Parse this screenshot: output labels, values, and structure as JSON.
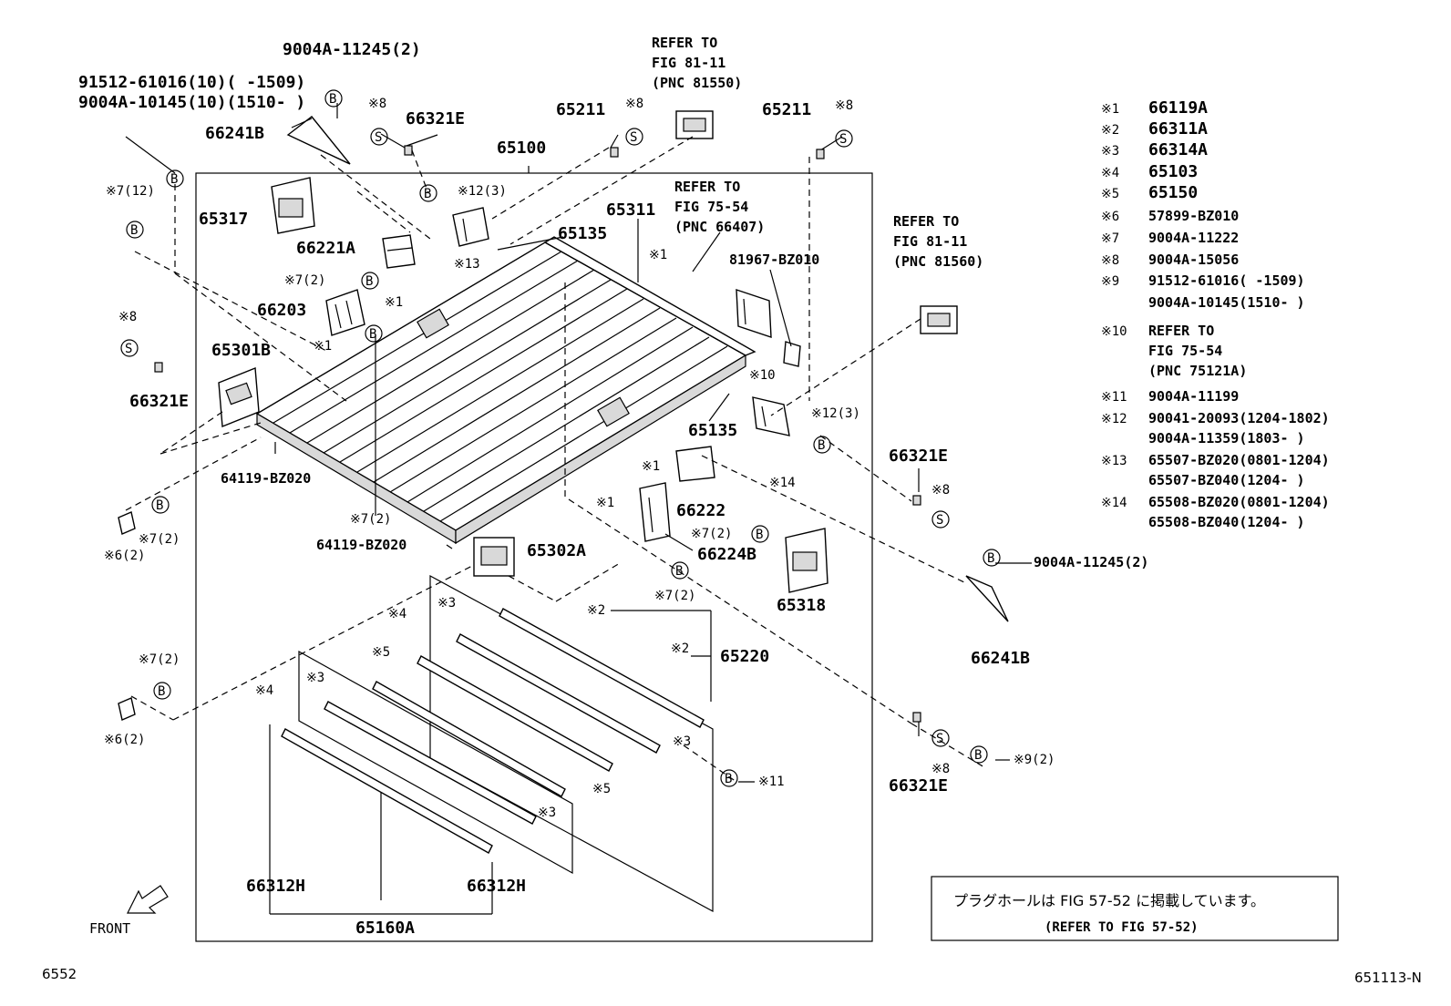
{
  "parts": {
    "p_9004A_11245_top": "9004A-11245(2)",
    "p_91512": "91512-61016(10)(      -1509)",
    "p_9004A_10145": "9004A-10145(10)(1510-      )",
    "p_66241B_top": "66241B",
    "p_refer_top_1": "REFER TO",
    "p_refer_top_2": "FIG 81-11",
    "p_refer_top_3": "(PNC 81550)",
    "p_66321E_top": "66321E",
    "p_65211_a": "65211",
    "p_65211_b": "65211",
    "p_65100": "65100",
    "p_refer_mid_1": "REFER TO",
    "p_refer_mid_2": "FIG 75-54",
    "p_refer_mid_3": "(PNC 66407)",
    "p_65311": "65311",
    "p_65135_top": "65135",
    "p_65317": "65317",
    "p_66221A": "66221A",
    "p_81967": "81967-BZ010",
    "p_66203": "66203",
    "p_65301B": "65301B",
    "p_66321E_left": "66321E",
    "p_64119_a": "64119-BZ020",
    "p_64119_b": "64119-BZ020",
    "p_65135_mid": "65135",
    "p_66222": "66222",
    "p_66224B": "66224B",
    "p_65302A": "65302A",
    "p_65318": "65318",
    "p_65220": "65220",
    "p_66312H_a": "66312H",
    "p_66312H_b": "66312H",
    "p_65160A": "65160A",
    "p_66321E_right": "66321E",
    "p_66321E_bottom": "66321E",
    "p_66241B_right": "66241B",
    "p_9004A_11245_right": "9004A-11245(2)",
    "p_refer_right_1": "REFER TO",
    "p_refer_right_2": "FIG 81-11",
    "p_refer_right_3": "(PNC 81560)"
  },
  "callouts": {
    "c_s8_a": "※8",
    "c_s8_b": "※8",
    "c_s8_c": "※8",
    "c_s8_left": "※8",
    "c_s8_right": "※8",
    "c_s8_bottom": "※8",
    "c_s7_12": "※7(12)",
    "c_s12_3_top": "※12(3)",
    "c_s13": "※13",
    "c_s1_a": "※1",
    "c_s1_b": "※1",
    "c_s1_c": "※1",
    "c_s1_d": "※1",
    "c_s1_e": "※1",
    "c_s7_2_a": "※7(2)",
    "c_s7_2_b": "※7(2)",
    "c_s7_2_c": "※7(2)",
    "c_s7_2_d": "※7(2)",
    "c_s7_2_e": "※7(2)",
    "c_s7_2_f": "※7(2)",
    "c_s10": "※10",
    "c_s12_3_right": "※12(3)",
    "c_s14": "※14",
    "c_s6_2_a": "※6(2)",
    "c_s6_2_b": "※6(2)",
    "c_s4_a": "※4",
    "c_s4_b": "※4",
    "c_s3_a": "※3",
    "c_s3_b": "※3",
    "c_s3_c": "※3",
    "c_s3_d": "※3",
    "c_s5_a": "※5",
    "c_s5_b": "※5",
    "c_s2_a": "※2",
    "c_s2_b": "※2",
    "c_s11": "※11",
    "c_s9_2": "※9(2)",
    "bolt_B": "B",
    "screw_S": "S"
  },
  "legend": [
    {
      "key": "※1",
      "value": "66119A"
    },
    {
      "key": "※2",
      "value": "66311A"
    },
    {
      "key": "※3",
      "value": "66314A"
    },
    {
      "key": "※4",
      "value": "65103"
    },
    {
      "key": "※5",
      "value": "65150"
    },
    {
      "key": "※6",
      "value": "57899-BZ010"
    },
    {
      "key": "※7",
      "value": "9004A-11222"
    },
    {
      "key": "※8",
      "value": "9004A-15056"
    },
    {
      "key": "※9",
      "value": "91512-61016(      -1509)"
    },
    {
      "key": "",
      "value": "9004A-10145(1510-      )"
    },
    {
      "key": "※10",
      "value": "REFER TO"
    },
    {
      "key": "",
      "value": "FIG 75-54"
    },
    {
      "key": "",
      "value": "(PNC 75121A)"
    },
    {
      "key": "※11",
      "value": "9004A-11199"
    },
    {
      "key": "※12",
      "value": "90041-20093(1204-1802)"
    },
    {
      "key": "",
      "value": "9004A-11359(1803-      )"
    },
    {
      "key": "※13",
      "value": "65507-BZ020(0801-1204)"
    },
    {
      "key": "",
      "value": "65507-BZ040(1204-      )"
    },
    {
      "key": "※14",
      "value": "65508-BZ020(0801-1204)"
    },
    {
      "key": "",
      "value": "65508-BZ040(1204-      )"
    }
  ],
  "note": {
    "jp": "プラグホールは FIG 57-52 に掲載しています。",
    "en": "(REFER TO FIG 57-52)"
  },
  "front_label": "FRONT",
  "footer": {
    "left": "6552",
    "right": "651113-N"
  }
}
